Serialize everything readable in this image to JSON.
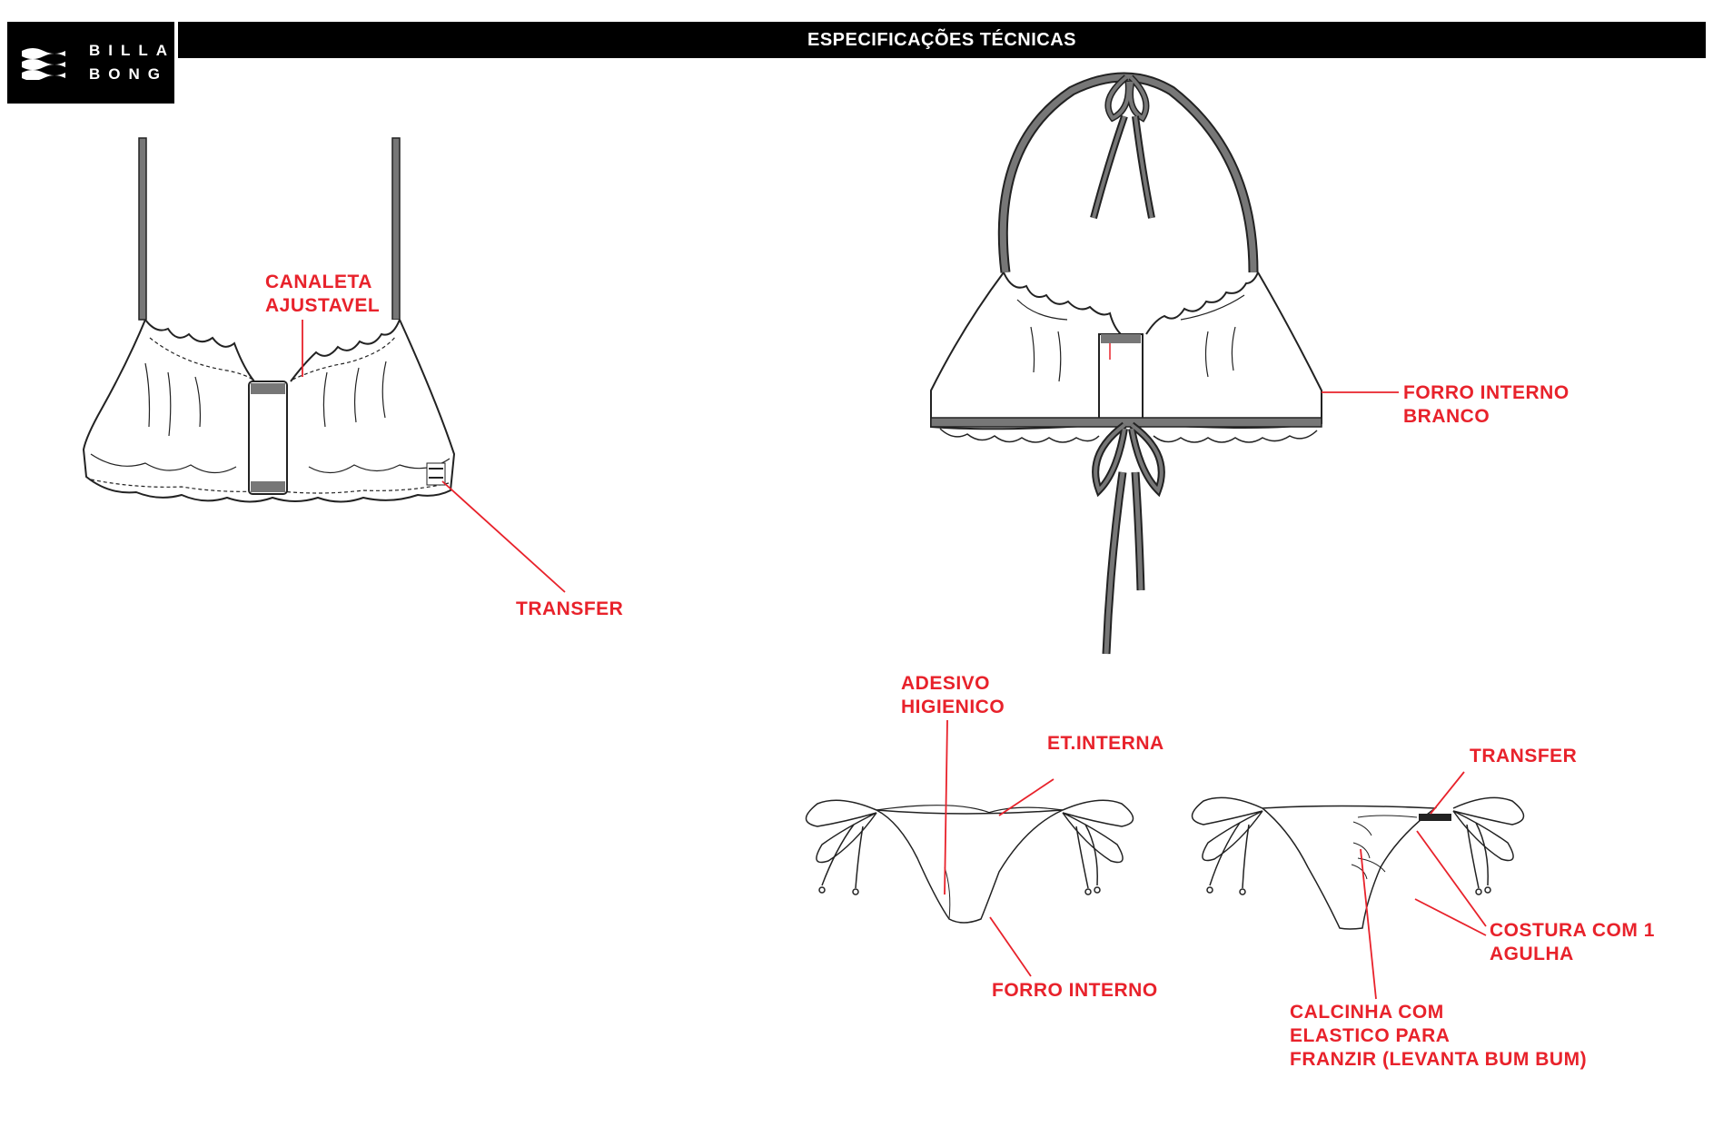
{
  "header": {
    "title": "ESPECIFICAÇÕES TÉCNICAS"
  },
  "logo": {
    "line1": "BILLA",
    "line2": "BONG",
    "icon": "wave-logo-icon"
  },
  "callouts": {
    "canaleta": [
      "CANALETA",
      "AJUSTAVEL"
    ],
    "transfer_top": "TRANSFER",
    "forro_interno_branco": [
      "FORRO INTERNO",
      "BRANCO"
    ],
    "adesivo": [
      "ADESIVO",
      "HIGIENICO"
    ],
    "et_interna": "ET.INTERNA",
    "forro_interno": "FORRO INTERNO",
    "transfer_bottom": "TRANSFER",
    "costura": [
      "COSTURA COM 1",
      "AGULHA"
    ],
    "calcinha": [
      "CALCINHA COM",
      "ELASTICO PARA",
      "FRANZIR (LEVANTA BUM BUM)"
    ]
  },
  "colors": {
    "callout": "#e8222b",
    "ink": "#222222",
    "strap": "#777777"
  }
}
